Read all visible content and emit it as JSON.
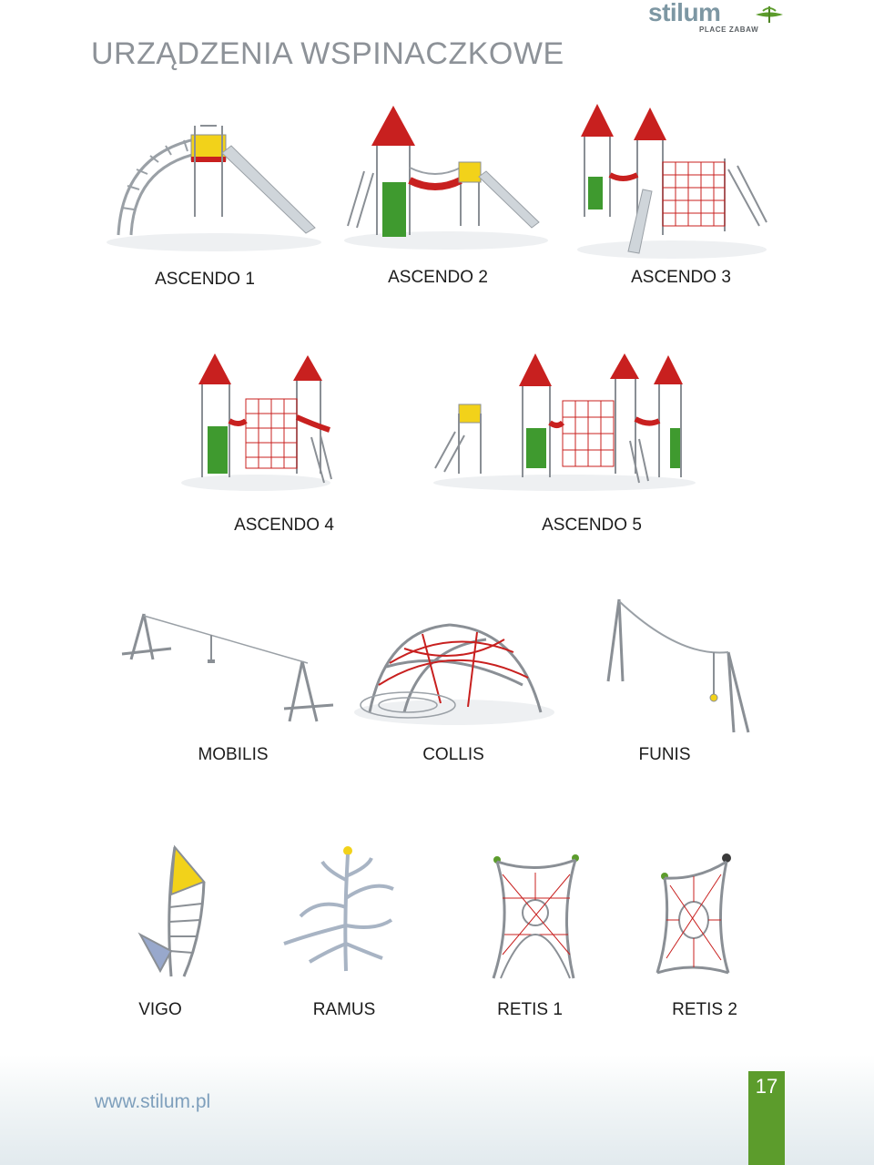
{
  "page": {
    "title": "URZĄDZENIA WSPINACZKOWE",
    "website": "www.stilum.pl",
    "page_number": "17"
  },
  "logo": {
    "word": "stilum",
    "subtitle": "PLACE ZABAW"
  },
  "products": [
    {
      "name": "ASCENDO 1",
      "illustration": "climbing-tower-with-slide"
    },
    {
      "name": "ASCENDO 2",
      "illustration": "two-towers-with-bridge-and-slide"
    },
    {
      "name": "ASCENDO 3",
      "illustration": "towers-with-net-and-slide"
    },
    {
      "name": "ASCENDO 4",
      "illustration": "towers-with-climbing-net"
    },
    {
      "name": "ASCENDO 5",
      "illustration": "multi-tower-net-set"
    },
    {
      "name": "MOBILIS",
      "illustration": "zip-line"
    },
    {
      "name": "COLLIS",
      "illustration": "climbing-dome"
    },
    {
      "name": "FUNIS",
      "illustration": "rope-zip-line"
    },
    {
      "name": "VIGO",
      "illustration": "sail-climber"
    },
    {
      "name": "RAMUS",
      "illustration": "climbing-tree"
    },
    {
      "name": "RETIS 1",
      "illustration": "rope-net-frame"
    },
    {
      "name": "RETIS 2",
      "illustration": "rope-net-frame-oval"
    }
  ],
  "colors": {
    "title": "#8d9298",
    "accent_green": "#5c9c2c",
    "roof_red": "#c8201f",
    "panel_green": "#3f9a2f",
    "yellow": "#f2d21a",
    "link_blue": "#7e9fbc"
  }
}
